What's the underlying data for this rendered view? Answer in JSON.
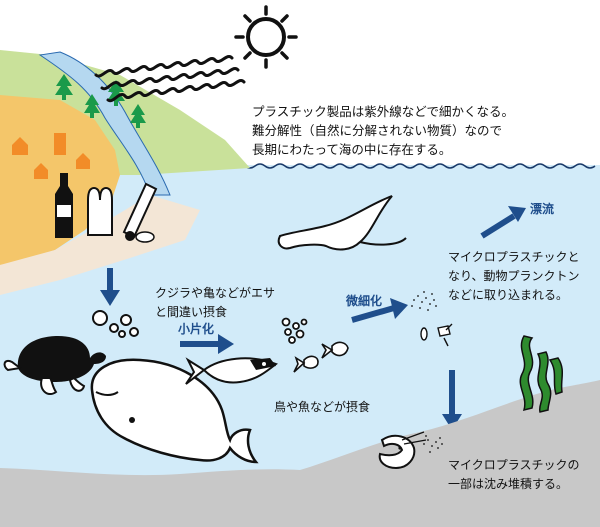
{
  "texts": {
    "sun_caption_1": "プラスチック製品は紫外線などで細かくなる。",
    "sun_caption_2": "難分解性（自然に分解されない物質）なので",
    "sun_caption_3": "長期にわたって海の中に存在する。",
    "whale_caption_1": "クジラや亀などがエサ",
    "whale_caption_2": "と間違い摂食",
    "bird_fish_caption": "鳥や魚などが摂食",
    "plankton_caption_1": "マイクロプラスチックと",
    "plankton_caption_2": "なり、動物プランクトン",
    "plankton_caption_3": "などに取り込まれる。",
    "sediment_caption_1": "マイクロプラスチックの",
    "sediment_caption_2": "一部は沈み堆積する。"
  },
  "labels": {
    "fragment_small": "小片化",
    "fragment_micro": "微細化",
    "drift": "漂流"
  },
  "colors": {
    "sea": "#d2ebf9",
    "sky": "#ffffff",
    "seabed": "#c8c8c8",
    "hill": "#c9e19a",
    "sand": "#f4c66a",
    "arrow": "#1f4e8c",
    "house": "#f28c28",
    "tree": "#1a9a4a",
    "river": "#b5d8f0"
  },
  "icons": [
    "sun-icon",
    "uv-ray-icon",
    "house-icon",
    "tree-icon",
    "plastic-bottle-icon",
    "plastic-bag-icon",
    "plastic-tube-icon",
    "seagull-icon",
    "turtle-icon",
    "whale-icon",
    "fish-icon",
    "shrimp-icon",
    "seaweed-icon",
    "microplastic-particles-icon"
  ]
}
